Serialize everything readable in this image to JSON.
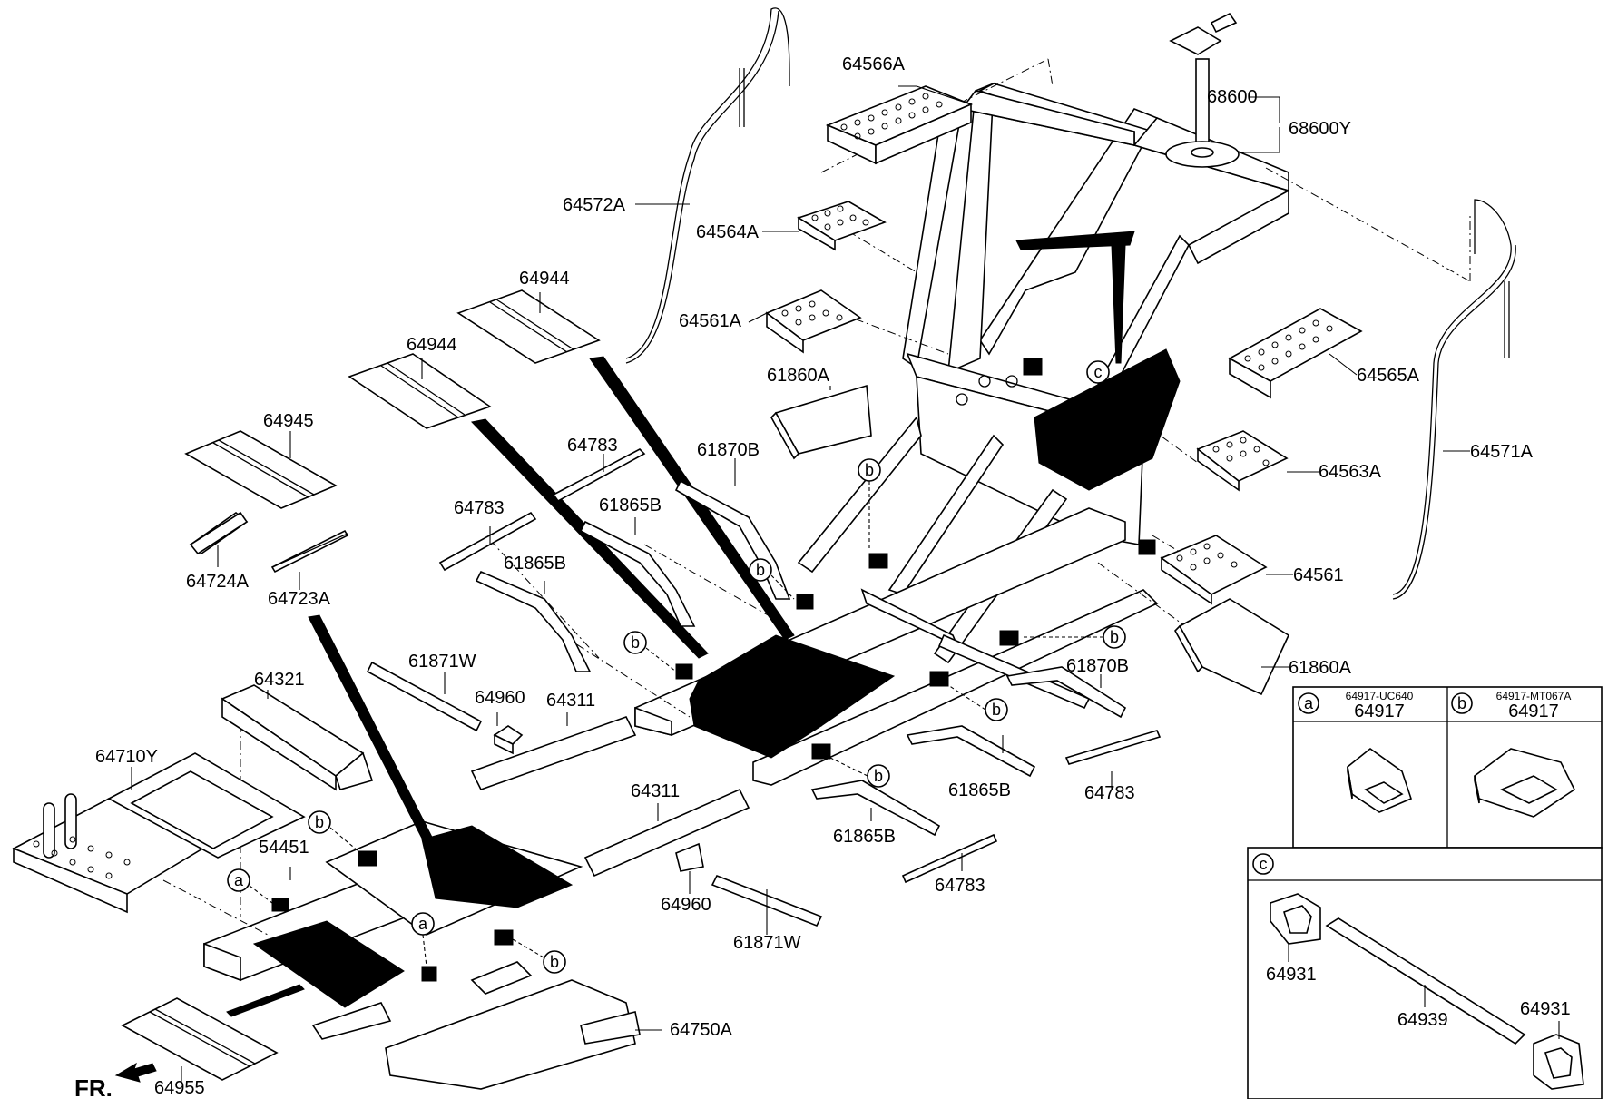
{
  "labels": {
    "p64566A": "64566A",
    "p68600": "68600",
    "p68600Y": "68600Y",
    "p64572A": "64572A",
    "p64564A": "64564A",
    "p64944a": "64944",
    "p64561A": "64561A",
    "p64944b": "64944",
    "p61860Aa": "61860A",
    "p64565A": "64565A",
    "p64945": "64945",
    "p64783a": "64783",
    "p61870Ba": "61870B",
    "p64571A": "64571A",
    "p64563A": "64563A",
    "p64783b": "64783",
    "p61865Ba": "61865B",
    "p64724A": "64724A",
    "p64723A": "64723A",
    "p61865Bb": "61865B",
    "p64561": "64561",
    "p61871Wa": "61871W",
    "p64321": "64321",
    "p64960a": "64960",
    "p64311a": "64311",
    "p61860Ab": "61860A",
    "p61870Bb": "61870B",
    "p64710Y": "64710Y",
    "p61865Bc": "61865B",
    "p64783c": "64783",
    "p64311b": "64311",
    "p54451": "54451",
    "p61865Bd": "61865B",
    "p64783d": "64783",
    "p64960b": "64960",
    "p61871Wb": "61871W",
    "p64750A": "64750A",
    "p64955": "64955"
  },
  "callouts": [
    "a",
    "b",
    "c"
  ],
  "front_marker": "FR.",
  "legend": {
    "a": {
      "letter": "a",
      "note": "64917-UC640",
      "part": "64917"
    },
    "b": {
      "letter": "b",
      "note": "64917-MT067A",
      "part": "64917"
    },
    "c": {
      "letter": "c",
      "parts": [
        "64931",
        "64939",
        "64931"
      ]
    }
  }
}
